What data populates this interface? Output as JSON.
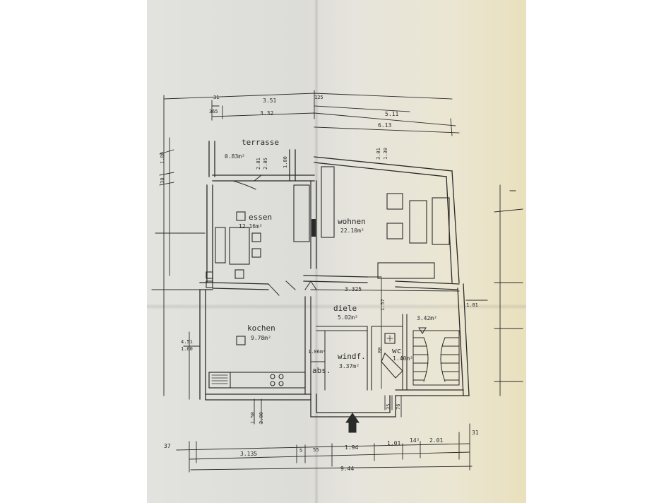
{
  "colors": {
    "paper": "#e0e0dc",
    "ink": "#2a2a2a"
  },
  "rooms": {
    "terrasse": {
      "name": "terrasse",
      "area": "0.83m²"
    },
    "essen": {
      "name": "essen",
      "area": "12.16m²"
    },
    "wohnen": {
      "name": "wohnen",
      "area": "22.10m²"
    },
    "kochen": {
      "name": "kochen",
      "area": "9.78m²"
    },
    "diele": {
      "name": "diele",
      "area": "5.02m²"
    },
    "stair": {
      "area": "3.42m²"
    },
    "windf": {
      "name": "windf.",
      "area": "3.37m²"
    },
    "wc": {
      "name": "wc",
      "area": "1.40m²"
    },
    "abs": {
      "name": "abs."
    },
    "small": {
      "area": "1.06m²"
    }
  },
  "dimensions": {
    "top_31": "31",
    "top_351": "3.51",
    "top_125": "125",
    "top_365": "365",
    "top_332": "3.32",
    "top_511": "5.11",
    "top_613": "6.13",
    "left_180": "1.80",
    "left_30": "30",
    "door_201": "2.01",
    "door_205": "2.05",
    "door_100": "1.00",
    "door_301": "3.01",
    "door_130": "1.30",
    "mid_3325": "3.325",
    "mid_101": "1.01",
    "mid_157": "1.57",
    "left_451": "4.51",
    "left_100": "1.00",
    "bot_150": "1.50",
    "bot_200": "2.00",
    "bot_80": "80",
    "bot_35": "35",
    "bot_76": "76",
    "bot_37": "37",
    "bot_3135": "3.135",
    "bot_5": "5",
    "bot_55": "55",
    "bot_194": "1.94",
    "bot_101": "1.01",
    "bot_145": "14⁵",
    "bot_201": "2.01",
    "bot_31": "31",
    "bot_944": "9.44"
  }
}
